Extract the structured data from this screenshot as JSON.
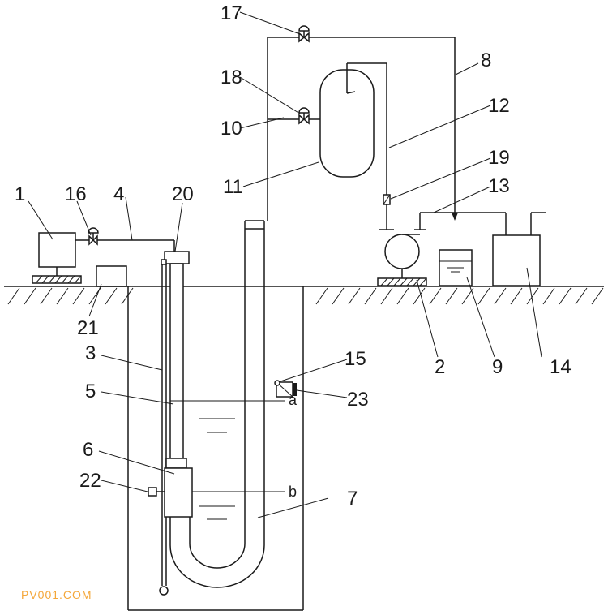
{
  "labels": {
    "n1": "1",
    "n2": "2",
    "n3": "3",
    "n4": "4",
    "n5": "5",
    "n6": "6",
    "n7": "7",
    "n8": "8",
    "n9": "9",
    "n10": "10",
    "n11": "11",
    "n12": "12",
    "n13": "13",
    "n14": "14",
    "n15": "15",
    "n16": "16",
    "n17": "17",
    "n18": "18",
    "n19": "19",
    "n20": "20",
    "n21": "21",
    "n22": "22",
    "n23": "23",
    "a": "a",
    "b": "b"
  },
  "watermark": "PV001.COM",
  "colors": {
    "line": "#1a1a1a",
    "watermark": "#f4a73a",
    "background": "#ffffff"
  }
}
